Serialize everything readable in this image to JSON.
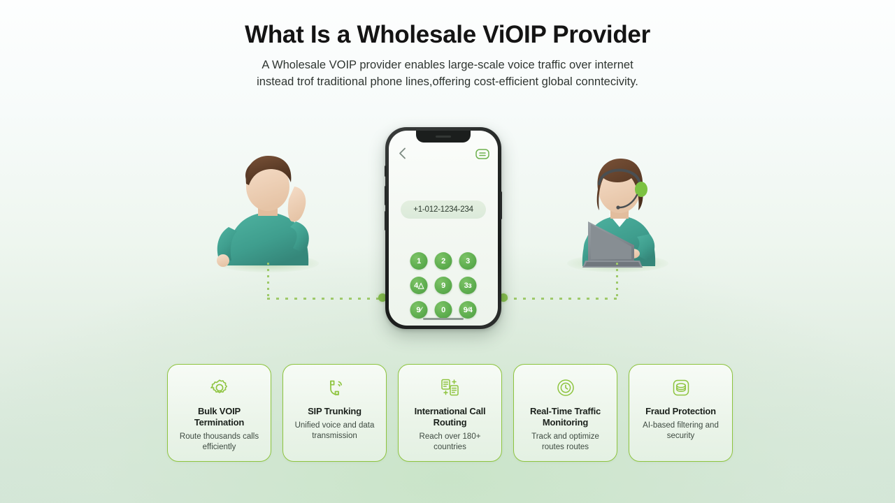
{
  "header": {
    "title": "What Is a Wholesale ViOIP Provider",
    "subtitle_line1": "A Wholesale VOIP provider enables large-scale voice traffic over internet",
    "subtitle_line2": "instead trof traditional phone lines,offering cost-efficient global conntecivity."
  },
  "phone": {
    "back_icon": "chevron-left-icon",
    "message_icon": "message-icon",
    "number": "+1-012-1234-234",
    "keys": [
      "1",
      "2",
      "3",
      "4△",
      "9",
      "3з",
      "9⁄",
      "0",
      "9⁄4"
    ]
  },
  "illustrations": {
    "left": {
      "name": "person-on-phone",
      "shirt_color": "#3f9e8e",
      "hair_color": "#5b3b28"
    },
    "right": {
      "name": "agent-with-laptop",
      "shirt_color": "#3f9e8e",
      "hair_color": "#5b3b28",
      "headset_color": "#7cc242"
    }
  },
  "colors": {
    "brand_green": "#8ec43f",
    "key_green": "#5dad4e",
    "node_green": "#86bf4c",
    "dotted_line": "#9ec96a",
    "title": "#141414",
    "bg_top": "#fdfefe",
    "bg_bottom": "#d3e6d7"
  },
  "cards": [
    {
      "icon": "gear-icon",
      "title": "Bulk VOIP Termination",
      "desc": "Route thousands calls efficiently"
    },
    {
      "icon": "phone-signal-icon",
      "title": "SIP Trunking",
      "desc": "Unified voice and data transmission"
    },
    {
      "icon": "documents-plus-icon",
      "title": "International Call Routing",
      "desc": "Reach over 180+ countries"
    },
    {
      "icon": "clock-target-icon",
      "title": "Real-Time Traffic Monitoring",
      "desc": "Track and optimize routes routes"
    },
    {
      "icon": "database-shield-icon",
      "title": "Fraud Protection",
      "desc": "AI-based filtering and security"
    }
  ]
}
